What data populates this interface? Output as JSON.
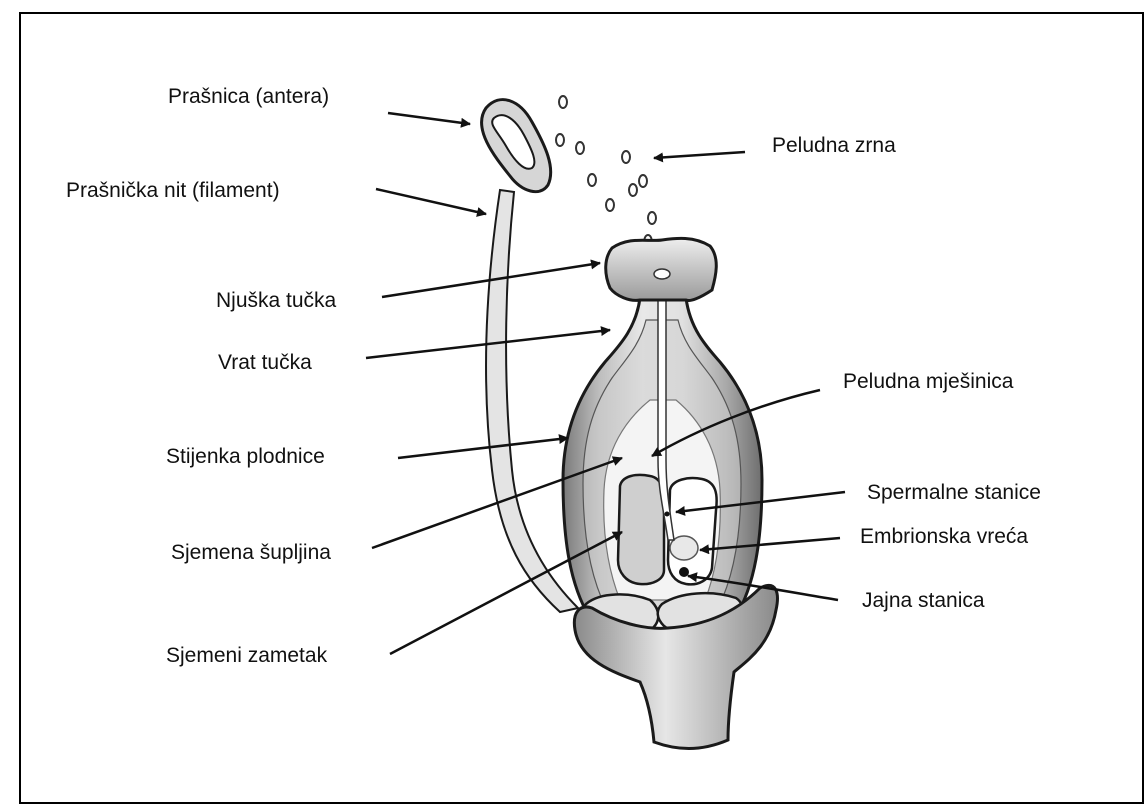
{
  "labels": {
    "anther": "Prašnica (antera)",
    "filament": "Prašnička nit (filament)",
    "stigma": "Njuška tučka",
    "style": "Vrat tučka",
    "ovary_wall": "Stijenka plodnice",
    "ovule_cavity": "Sjemena šupljina",
    "ovule": "Sjemeni zametak",
    "pollen_grains": "Peludna zrna",
    "pollen_tube": "Peludna mješinica",
    "sperm_cells": "Spermalne stanice",
    "embryo_sac": "Embrionska vreća",
    "egg_cell": "Jajna stanica"
  },
  "colors": {
    "outline": "#1a1a1a",
    "dark_gray": "#8c8c8c",
    "mid_gray": "#b4b4b4",
    "light_gray": "#dcdcdc",
    "highlight": "#f2f2f2"
  }
}
